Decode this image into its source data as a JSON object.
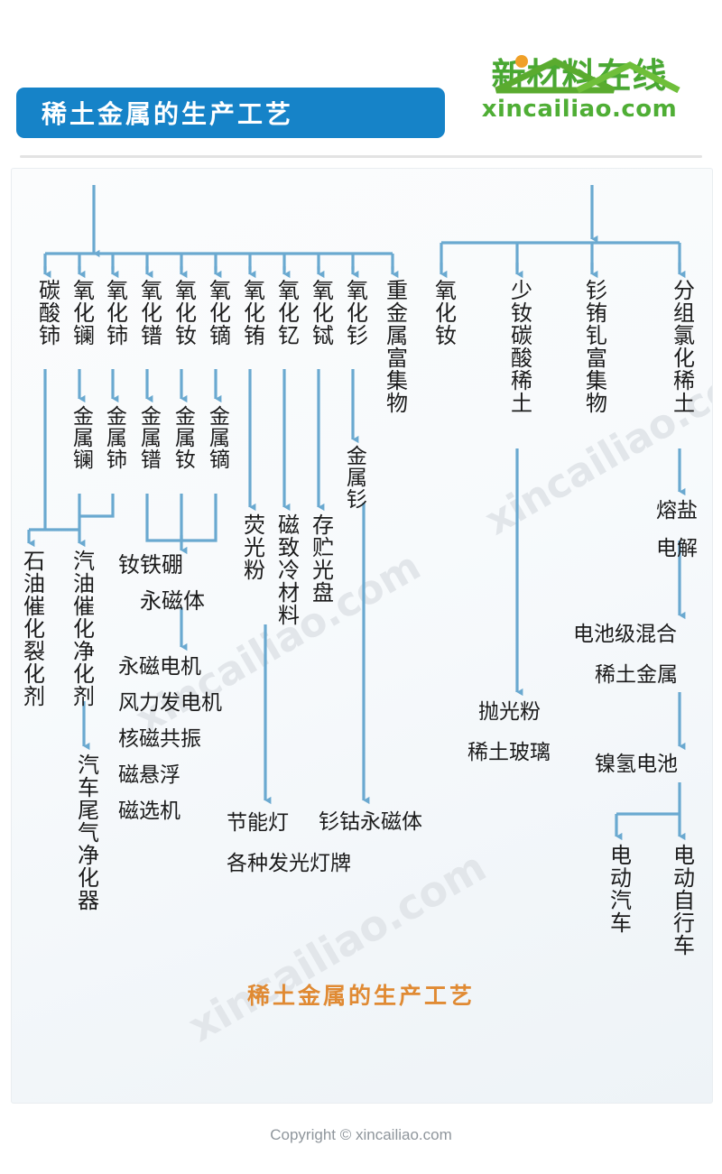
{
  "header": {
    "title": "稀土金属的生产工艺",
    "brand_cn": "新材料在线",
    "brand_en": "xincailiao.com"
  },
  "watermarks": {
    "w1": "xincailiao.com",
    "w2": "xincailiao.com",
    "w3": "xincailiao.com"
  },
  "bottom_title": "稀土金属的生产工艺",
  "footer": "Copyright © xincailiao.com",
  "colors": {
    "title_bar": "#1683c8",
    "brand_green": "#49a832",
    "arrow_blue": "#6aa9d0",
    "bottom_title_orange": "#e08a33",
    "footer_gray": "#8f969c"
  },
  "chart_data": {
    "type": "diagram",
    "title": "稀土金属的生产工艺",
    "orientation": "top-down flowchart",
    "trees": [
      {
        "name": "left-tree",
        "branches": 11,
        "level1": [
          "碳酸铈",
          "氧化镧",
          "氧化铈",
          "氧化镨",
          "氧化钕",
          "氧化镝",
          "氧化铕",
          "氧化钇",
          "氧化铽",
          "氧化钐",
          "重金属富集物"
        ]
      },
      {
        "name": "right-tree",
        "branches": 4,
        "level1": [
          "氧化钕",
          "少钕碳酸稀土",
          "钐铕钆富集物",
          "分组氯化稀土"
        ]
      }
    ],
    "nodes": [
      {
        "id": "n1",
        "label": "碳酸铈",
        "level": 1,
        "tree": "left"
      },
      {
        "id": "n2",
        "label": "氧化镧",
        "level": 1,
        "tree": "left"
      },
      {
        "id": "n3",
        "label": "氧化铈",
        "level": 1,
        "tree": "left"
      },
      {
        "id": "n4",
        "label": "氧化镨",
        "level": 1,
        "tree": "left"
      },
      {
        "id": "n5",
        "label": "氧化钕",
        "level": 1,
        "tree": "left"
      },
      {
        "id": "n6",
        "label": "氧化镝",
        "level": 1,
        "tree": "left"
      },
      {
        "id": "n7",
        "label": "氧化铕",
        "level": 1,
        "tree": "left"
      },
      {
        "id": "n8",
        "label": "氧化钇",
        "level": 1,
        "tree": "left"
      },
      {
        "id": "n9",
        "label": "氧化铽",
        "level": 1,
        "tree": "left"
      },
      {
        "id": "n10",
        "label": "氧化钐",
        "level": 1,
        "tree": "left"
      },
      {
        "id": "n11",
        "label": "重金属富集物",
        "level": 1,
        "tree": "left"
      },
      {
        "id": "n12",
        "label": "氧化钕",
        "level": 1,
        "tree": "right"
      },
      {
        "id": "n13",
        "label": "少钕碳酸稀土",
        "level": 1,
        "tree": "right"
      },
      {
        "id": "n14",
        "label": "钐铕钆富集物",
        "level": 1,
        "tree": "right"
      },
      {
        "id": "n15",
        "label": "分组氯化稀土",
        "level": 1,
        "tree": "right"
      },
      {
        "id": "n16",
        "label": "金属镧",
        "level": 2,
        "tree": "left"
      },
      {
        "id": "n17",
        "label": "金属铈",
        "level": 2,
        "tree": "left"
      },
      {
        "id": "n18",
        "label": "金属镨",
        "level": 2,
        "tree": "left"
      },
      {
        "id": "n19",
        "label": "金属钕",
        "level": 2,
        "tree": "left"
      },
      {
        "id": "n20",
        "label": "金属镝",
        "level": 2,
        "tree": "left"
      },
      {
        "id": "n21",
        "label": "金属钐",
        "level": 2,
        "tree": "left"
      },
      {
        "id": "n22",
        "label": "石油催化裂化剂",
        "level": 3,
        "tree": "left"
      },
      {
        "id": "n23",
        "label": "汽油催化净化剂",
        "level": 3,
        "tree": "left"
      },
      {
        "id": "n24",
        "label": "汽车尾气净化器",
        "level": 4,
        "tree": "left"
      },
      {
        "id": "n25",
        "label": "钕铁硼",
        "level": 3,
        "tree": "left"
      },
      {
        "id": "n26",
        "label": "永磁体",
        "level": 3,
        "tree": "left"
      },
      {
        "id": "n27",
        "label": "荧光粉",
        "level": 3,
        "tree": "left"
      },
      {
        "id": "n28",
        "label": "磁致冷材料",
        "level": 3,
        "tree": "left"
      },
      {
        "id": "n29",
        "label": "存贮光盘",
        "level": 3,
        "tree": "left"
      },
      {
        "id": "n30",
        "label": "永磁电机",
        "level": 4,
        "tree": "left"
      },
      {
        "id": "n31",
        "label": "风力发电机",
        "level": 4,
        "tree": "left"
      },
      {
        "id": "n32",
        "label": "核磁共振",
        "level": 4,
        "tree": "left"
      },
      {
        "id": "n33",
        "label": "磁悬浮",
        "level": 4,
        "tree": "left"
      },
      {
        "id": "n34",
        "label": "磁选机",
        "level": 4,
        "tree": "left"
      },
      {
        "id": "n35",
        "label": "节能灯",
        "level": 4,
        "tree": "left"
      },
      {
        "id": "n36",
        "label": "各种发光灯牌",
        "level": 4,
        "tree": "left"
      },
      {
        "id": "n37",
        "label": "钐钴永磁体",
        "level": 4,
        "tree": "left"
      },
      {
        "id": "n38",
        "label": "抛光粉",
        "level": 2,
        "tree": "right"
      },
      {
        "id": "n39",
        "label": "稀土玻璃",
        "level": 2,
        "tree": "right"
      },
      {
        "id": "n40",
        "label": "熔盐",
        "level": 2,
        "tree": "right"
      },
      {
        "id": "n41",
        "label": "电解",
        "level": 2,
        "tree": "right"
      },
      {
        "id": "n42",
        "label": "电池级混合",
        "level": 3,
        "tree": "right"
      },
      {
        "id": "n43",
        "label": "稀土金属",
        "level": 3,
        "tree": "right"
      },
      {
        "id": "n44",
        "label": "镍氢电池",
        "level": 4,
        "tree": "right"
      },
      {
        "id": "n45",
        "label": "电动汽车",
        "level": 5,
        "tree": "right"
      },
      {
        "id": "n46",
        "label": "电动自行车",
        "level": 5,
        "tree": "right"
      }
    ],
    "edges": [
      {
        "from": "root-left",
        "to": "n1"
      },
      {
        "from": "root-left",
        "to": "n2"
      },
      {
        "from": "root-left",
        "to": "n3"
      },
      {
        "from": "root-left",
        "to": "n4"
      },
      {
        "from": "root-left",
        "to": "n5"
      },
      {
        "from": "root-left",
        "to": "n6"
      },
      {
        "from": "root-left",
        "to": "n7"
      },
      {
        "from": "root-left",
        "to": "n8"
      },
      {
        "from": "root-left",
        "to": "n9"
      },
      {
        "from": "root-left",
        "to": "n10"
      },
      {
        "from": "root-left",
        "to": "n11"
      },
      {
        "from": "root-right",
        "to": "n12"
      },
      {
        "from": "root-right",
        "to": "n13"
      },
      {
        "from": "root-right",
        "to": "n14"
      },
      {
        "from": "root-right",
        "to": "n15"
      },
      {
        "from": "n2",
        "to": "n16"
      },
      {
        "from": "n3",
        "to": "n17"
      },
      {
        "from": "n4",
        "to": "n18"
      },
      {
        "from": "n5",
        "to": "n19"
      },
      {
        "from": "n6",
        "to": "n20"
      },
      {
        "from": "n10",
        "to": "n21"
      },
      {
        "from": "n1",
        "to": "n22"
      },
      {
        "from": "n1",
        "to": "n23"
      },
      {
        "from": "n16",
        "to": "n23"
      },
      {
        "from": "n17",
        "to": "n23"
      },
      {
        "from": "n23",
        "to": "n24"
      },
      {
        "from": "n18",
        "to": "n25"
      },
      {
        "from": "n19",
        "to": "n25"
      },
      {
        "from": "n20",
        "to": "n25"
      },
      {
        "from": "n25",
        "to": "n30"
      },
      {
        "from": "n7",
        "to": "n27"
      },
      {
        "from": "n8",
        "to": "n28"
      },
      {
        "from": "n9",
        "to": "n29"
      },
      {
        "from": "n27",
        "to": "n35"
      },
      {
        "from": "n21",
        "to": "n37"
      },
      {
        "from": "n13",
        "to": "n38"
      },
      {
        "from": "n15",
        "to": "n40"
      },
      {
        "from": "n40",
        "to": "n42"
      },
      {
        "from": "n42",
        "to": "n44"
      },
      {
        "from": "n44",
        "to": "n45"
      },
      {
        "from": "n44",
        "to": "n46"
      }
    ]
  }
}
